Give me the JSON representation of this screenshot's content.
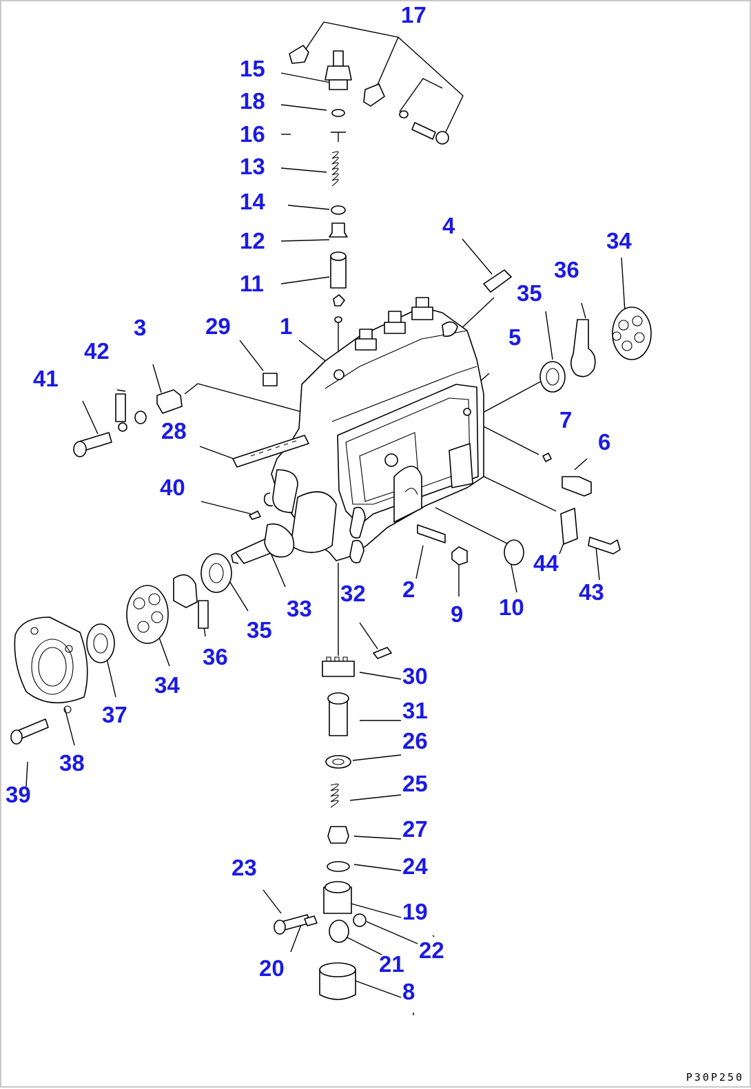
{
  "drawing_code": "P30P250",
  "colors": {
    "callout": "#1a1ae6",
    "line": "#000000",
    "background": "#ffffff"
  },
  "callouts": {
    "c1": "1",
    "c2": "2",
    "c3": "3",
    "c4": "4",
    "c5": "5",
    "c6": "6",
    "c7": "7",
    "c8": "8",
    "c9": "9",
    "c10": "10",
    "c11": "11",
    "c12": "12",
    "c13": "13",
    "c14": "14",
    "c15": "15",
    "c16": "16",
    "c17": "17",
    "c18": "18",
    "c19": "19",
    "c20": "20",
    "c21": "21",
    "c22": "22",
    "c23": "23",
    "c24": "24",
    "c25": "25",
    "c26": "26",
    "c27": "27",
    "c28": "28",
    "c29": "29",
    "c30": "30",
    "c31": "31",
    "c32": "32",
    "c33": "33",
    "c34a": "34",
    "c34b": "34",
    "c35a": "35",
    "c35b": "35",
    "c36a": "36",
    "c36b": "36",
    "c37": "37",
    "c38": "38",
    "c39": "39",
    "c40": "40",
    "c41": "41",
    "c42": "42",
    "c43": "43",
    "c44": "44"
  }
}
